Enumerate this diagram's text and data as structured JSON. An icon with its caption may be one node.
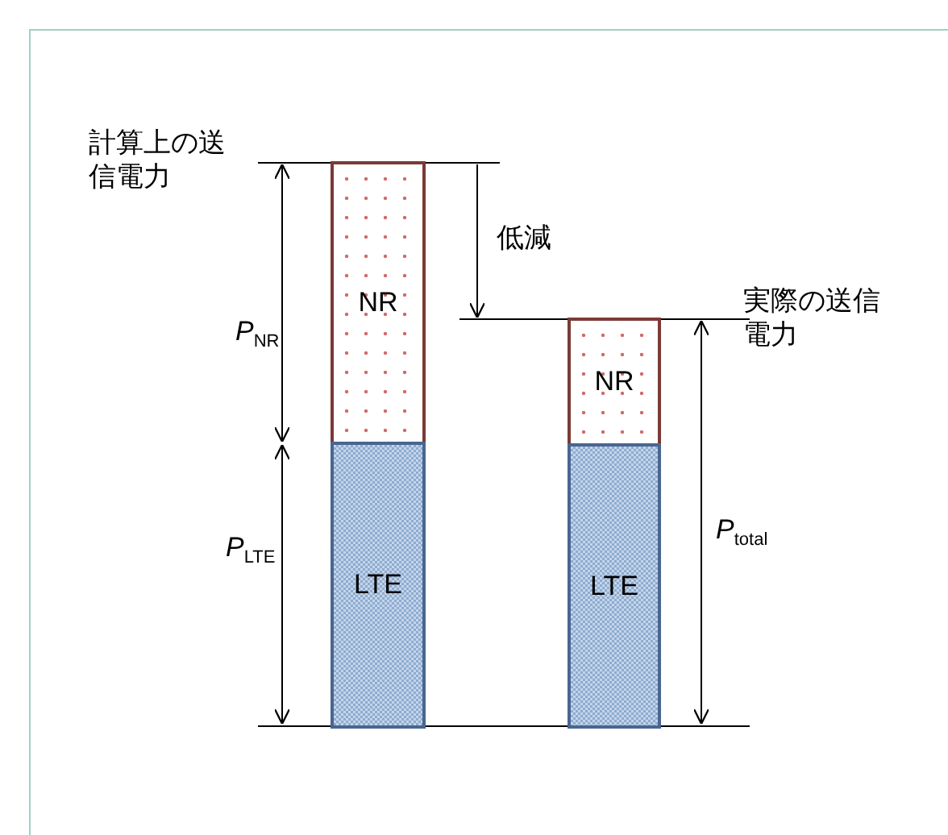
{
  "diagram": {
    "nodes": [
      {
        "text": [
          "NR"
        ]
      },
      {
        "text": [
          "LTE"
        ]
      },
      {
        "text": [
          "NR"
        ]
      },
      {
        "text": [
          "LTE"
        ]
      }
    ],
    "labels": [
      "計算上の送信電力",
      "低減",
      "実際の送信電力",
      "*P*$_{NR}$",
      "*P*$_{total}$",
      "*P*$_{LTE}$"
    ]
  }
}
